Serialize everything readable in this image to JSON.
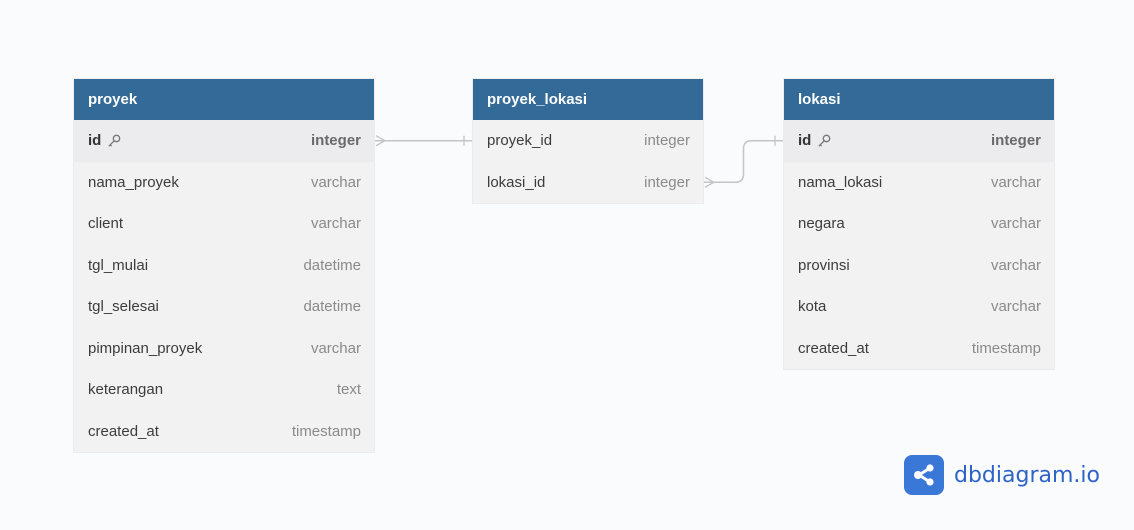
{
  "tables": [
    {
      "name": "proyek",
      "columns": [
        {
          "name": "id",
          "type": "integer",
          "pk": true
        },
        {
          "name": "nama_proyek",
          "type": "varchar"
        },
        {
          "name": "client",
          "type": "varchar"
        },
        {
          "name": "tgl_mulai",
          "type": "datetime"
        },
        {
          "name": "tgl_selesai",
          "type": "datetime"
        },
        {
          "name": "pimpinan_proyek",
          "type": "varchar"
        },
        {
          "name": "keterangan",
          "type": "text"
        },
        {
          "name": "created_at",
          "type": "timestamp"
        }
      ]
    },
    {
      "name": "proyek_lokasi",
      "columns": [
        {
          "name": "proyek_id",
          "type": "integer"
        },
        {
          "name": "lokasi_id",
          "type": "integer"
        }
      ]
    },
    {
      "name": "lokasi",
      "columns": [
        {
          "name": "id",
          "type": "integer",
          "pk": true
        },
        {
          "name": "nama_lokasi",
          "type": "varchar"
        },
        {
          "name": "negara",
          "type": "varchar"
        },
        {
          "name": "provinsi",
          "type": "varchar"
        },
        {
          "name": "kota",
          "type": "varchar"
        },
        {
          "name": "created_at",
          "type": "timestamp"
        }
      ]
    }
  ],
  "relations": [
    {
      "from": "proyek.id",
      "to": "proyek_lokasi.proyek_id",
      "from_end": "many",
      "to_end": "one"
    },
    {
      "from": "proyek_lokasi.lokasi_id",
      "to": "lokasi.id",
      "from_end": "many",
      "to_end": "one"
    }
  ],
  "colors": {
    "header_bg": "#346a98",
    "body_bg": "#f2f2f3",
    "connector": "#c4c4c8",
    "brand": "#3a78d8"
  },
  "brand": {
    "name": "dbdiagram.io",
    "icon": "share-nodes-icon"
  }
}
